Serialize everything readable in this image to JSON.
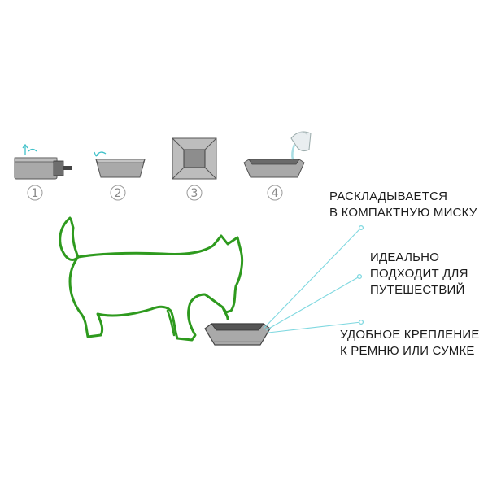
{
  "steps": [
    {
      "number": "1"
    },
    {
      "number": "2"
    },
    {
      "number": "3"
    },
    {
      "number": "4"
    }
  ],
  "features": [
    {
      "lines": [
        "РАСКЛАДЫВАЕТСЯ",
        "В КОМПАКТНУЮ МИСКУ"
      ]
    },
    {
      "lines": [
        "ИДЕАЛЬНО",
        "ПОДХОДИТ ДЛЯ",
        "ПУТЕШЕСТВИЙ"
      ]
    },
    {
      "lines": [
        "УДОБНОЕ КРЕПЛЕНИЕ",
        "К РЕМНЮ ИЛИ СУМКЕ"
      ]
    }
  ],
  "colors": {
    "dog_outline": "#2e9a1e",
    "leader_line": "#7fd8e0",
    "arrow_accent": "#3fc1c9",
    "bowl_body": "#a9a9a9",
    "bowl_dark": "#555555",
    "text": "#1c1c1c"
  },
  "icons": [
    "folded-bowl-icon",
    "unfolding-bowl-icon",
    "bowl-top-view-icon",
    "pouring-water-icon",
    "dog-drinking-illustration",
    "travel-bowl-icon"
  ]
}
